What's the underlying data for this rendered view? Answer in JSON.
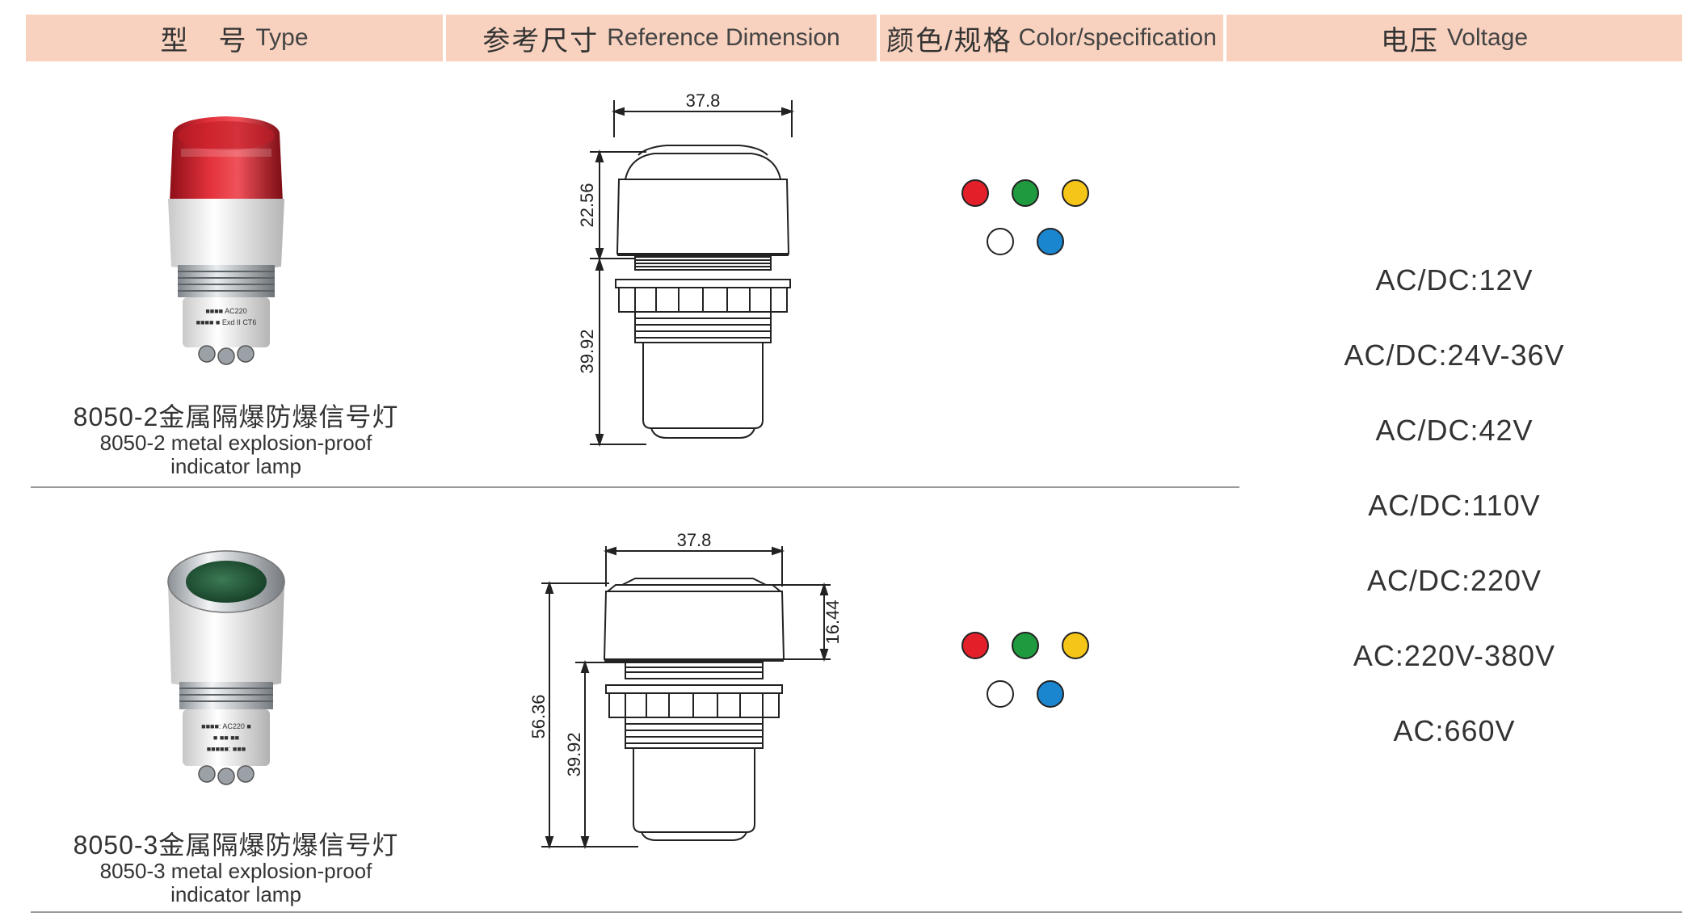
{
  "header": {
    "type": {
      "cn": "型　号",
      "en": "Type"
    },
    "dimension": {
      "cn": "参考尺寸",
      "en": "Reference Dimension"
    },
    "color": {
      "cn": "颜色/规格",
      "en": "Color/specification"
    },
    "voltage": {
      "cn": "电压",
      "en": "Voltage"
    }
  },
  "products": [
    {
      "name_cn": "8050-2金属隔爆防爆信号灯",
      "name_en_line1": "8050-2 metal explosion-proof",
      "name_en_line2": "indicator lamp",
      "lens_color": "#d42a33",
      "label_text": "防爆标志: Exd II CT6",
      "dims": {
        "width": "37.8",
        "top_height": "22.56",
        "body_height": "39.92"
      },
      "colors": [
        "#e3202a",
        "#1f9a3e",
        "#f5c518",
        "#ffffff",
        "#1a86d0"
      ]
    },
    {
      "name_cn": "8050-3金属隔爆防爆信号灯",
      "name_en_line1": "8050-3 metal explosion-proof",
      "name_en_line2": "indicator lamp",
      "lens_color": "#1f5a38",
      "label_text": "防爆标志: Exd II CT6",
      "dims": {
        "width": "37.8",
        "top_height": "16.44",
        "total_height": "56.36",
        "body_height": "39.92"
      },
      "colors": [
        "#e3202a",
        "#1f9a3e",
        "#f5c518",
        "#ffffff",
        "#1a86d0"
      ]
    }
  ],
  "voltages": [
    "AC/DC:12V",
    "AC/DC:24V-36V",
    "AC/DC:42V",
    "AC/DC:110V",
    "AC/DC:220V",
    "AC:220V-380V",
    "AC:660V"
  ]
}
